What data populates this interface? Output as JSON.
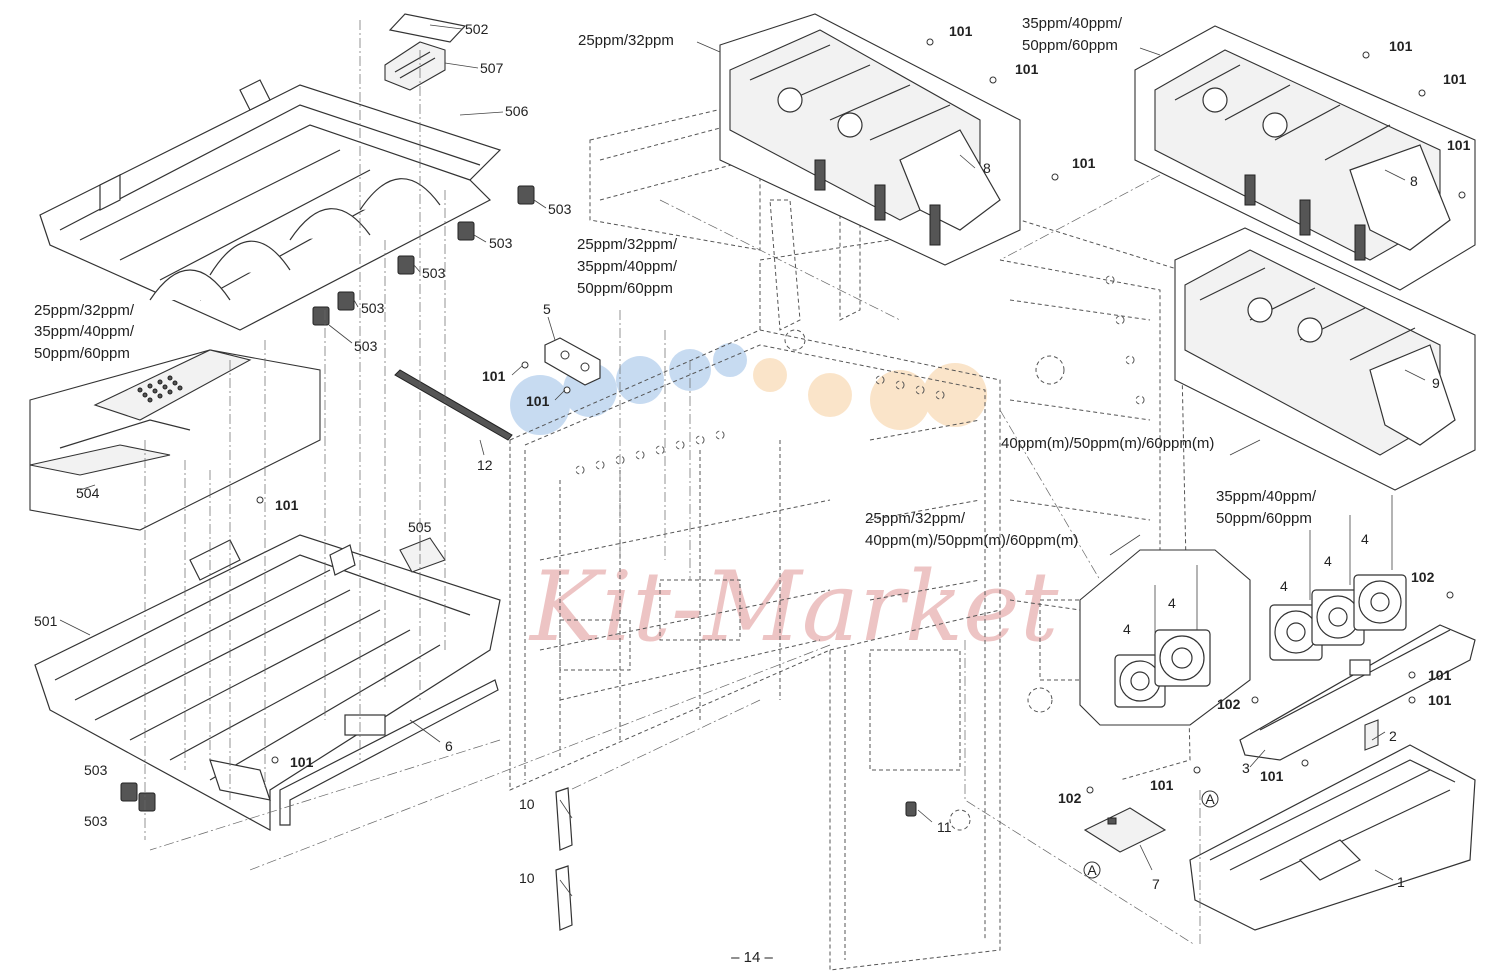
{
  "page_number": "– 14 –",
  "watermark": "Kit-Market",
  "group_labels": {
    "box_a": "25ppm/32ppm",
    "box_b_line1": "35ppm/40ppm/",
    "box_b_line2": "50ppm/60ppm",
    "box_c": "40ppm(m)/50ppm(m)/60ppm(m)",
    "box_504_line1": "25ppm/32ppm/",
    "box_504_line2": "35ppm/40ppm/",
    "box_504_line3": "50ppm/60ppm",
    "rail_line1": "25ppm/32ppm/",
    "rail_line2": "35ppm/40ppm/",
    "rail_line3": "50ppm/60ppm",
    "fan2_line1": "25ppm/32ppm/",
    "fan2_line2": "40ppm(m)/50ppm(m)/60ppm(m)",
    "fan3_line1": "35ppm/40ppm/",
    "fan3_line2": "50ppm/60ppm"
  },
  "part_labels": {
    "p502": "502",
    "p507": "507",
    "p506": "506",
    "p503_a": "503",
    "p503_b": "503",
    "p503_c": "503",
    "p503_d": "503",
    "p503_e": "503",
    "p503_f": "503",
    "p503_g": "503",
    "p504": "504",
    "p505": "505",
    "p501": "501",
    "p101_a": "101",
    "p101_b": "101",
    "p101_c": "101",
    "p101_d": "101",
    "p101_e": "101",
    "p101_f": "101",
    "p101_g": "101",
    "p101_h": "101",
    "p101_i": "101",
    "p101_j": "101",
    "p101_k": "101",
    "p101_l": "101",
    "p101_m": "101",
    "p101_n": "101",
    "p102_a": "102",
    "p102_b": "102",
    "p102_c": "102",
    "p5": "5",
    "p12": "12",
    "p6": "6",
    "p10_a": "10",
    "p10_b": "10",
    "p11": "11",
    "p8_a": "8",
    "p8_b": "8",
    "p9": "9",
    "p4_a": "4",
    "p4_b": "4",
    "p4_c": "4",
    "p4_d": "4",
    "p4_e": "4",
    "p2": "2",
    "p3": "3",
    "p1": "1",
    "p7": "7",
    "ref_a1": "A",
    "ref_a2": "A"
  }
}
